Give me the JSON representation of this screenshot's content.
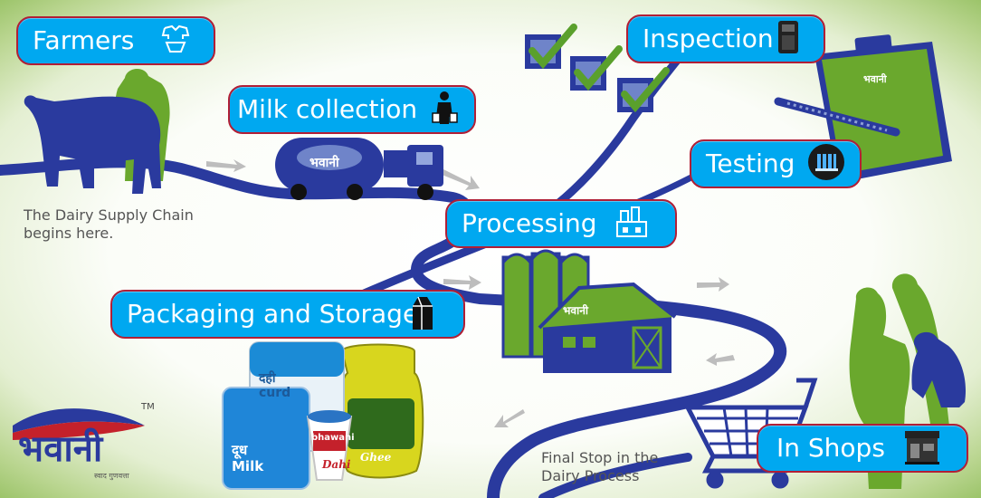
{
  "stages": {
    "farmers": "Farmers",
    "milk_collection": "Milk collection",
    "inspection": "Inspection",
    "testing": "Testing",
    "processing": "Processing",
    "packaging": "Packaging and Storage",
    "in_shops": "In Shops"
  },
  "captions": {
    "start_line1": "The Dairy Supply Chain",
    "start_line2": "begins here.",
    "end_line1": "Final Stop in the",
    "end_line2": "Dairy Process"
  },
  "brand": {
    "name": "भवानी",
    "tagline": "स्वाद गुणवत्ता",
    "trademark": "TM"
  },
  "products": {
    "curd_bag": {
      "line1": "दही",
      "line2": "curd"
    },
    "milk_bag": {
      "line1": "दूध",
      "line2": "Milk"
    },
    "cup": {
      "name": "bhawani",
      "label": "Dahi"
    },
    "ghee_jar": {
      "label": "Ghee"
    }
  },
  "colors": {
    "pill": "#00a8f0",
    "pill_border": "#b11f36",
    "road": "#2a3a9e",
    "green": "#6aa82d",
    "check_box": "#2a3a9e",
    "check_mark": "#5aa02c"
  },
  "icons": {
    "farmers": "shirt-icon",
    "milk_collection": "milkman-icon",
    "inspection": "machine-icon",
    "testing": "test-tubes-icon",
    "processing": "factory-icon",
    "packaging": "milk-carton-icon",
    "in_shops": "storefront-icon"
  }
}
